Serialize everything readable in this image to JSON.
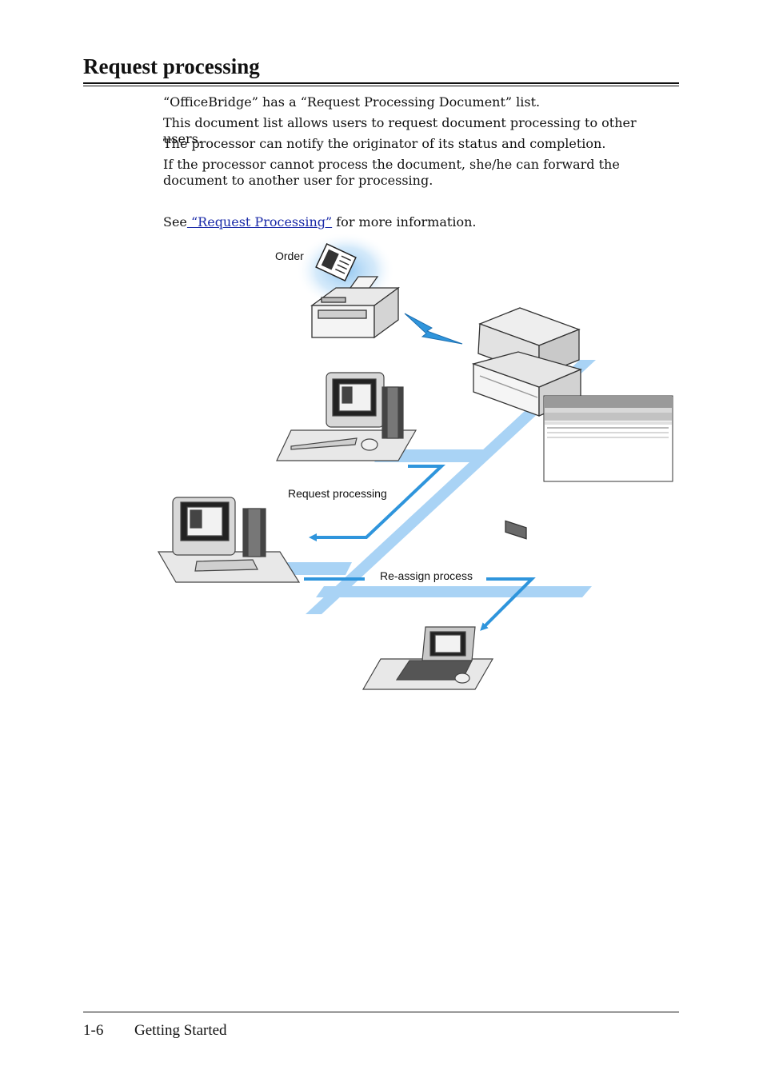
{
  "heading": "Request processing",
  "paragraphs": {
    "p1": "“OfficeBridge” has a “Request Processing Document” list.",
    "p2": "This document list allows users to request document processing to other users.",
    "p3": "The processor can notify the originator of its status and completion.",
    "p4": "If the processor cannot process the document, she/he can forward the document to another user for processing."
  },
  "see_line": {
    "prefix": "See",
    "link_text": " “Request Processing”",
    "suffix": " for more information."
  },
  "diagram": {
    "label_order": "Order",
    "label_request": "Request processing",
    "label_reassign": "Re-assign process"
  },
  "footer": {
    "page_number": "1-6",
    "section": "Getting Started"
  },
  "colors": {
    "network_line": "#a9d3f5",
    "arrow": "#2f95dc",
    "glow": "#9ccaf2"
  },
  "icons": [
    "document-icon",
    "fax-machine-icon",
    "lightning-icon",
    "multifunction-printer-icon",
    "desktop-computer-icon",
    "laptop-icon",
    "browser-screenshot-icon"
  ]
}
